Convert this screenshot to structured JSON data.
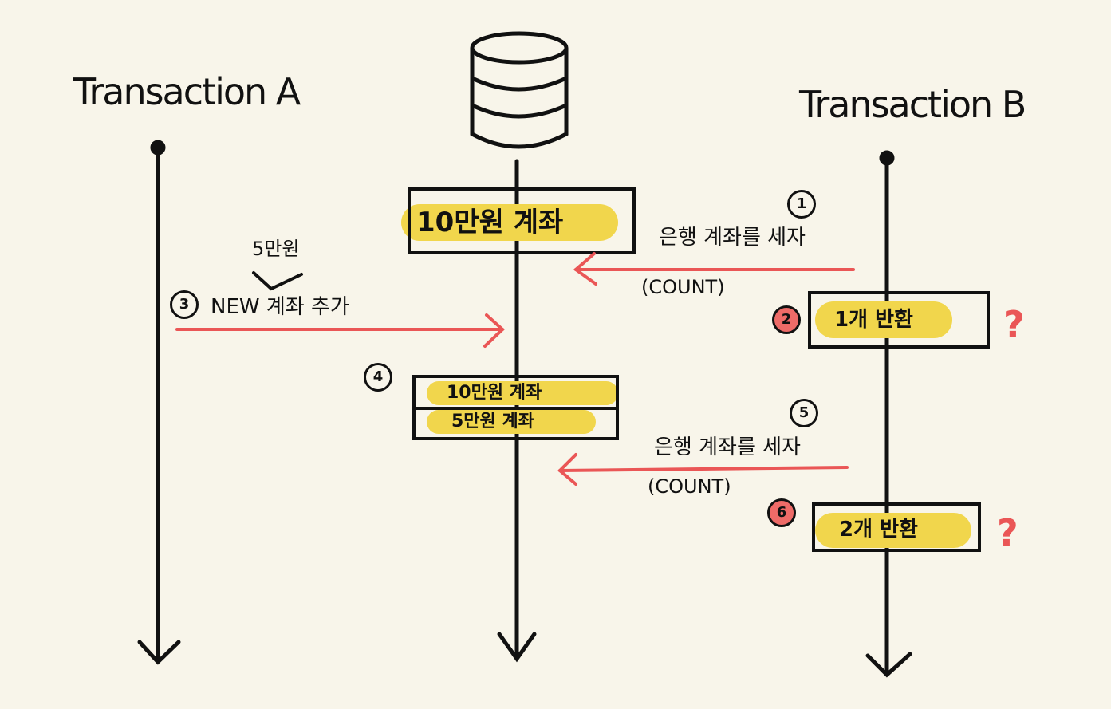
{
  "lanes": {
    "transaction_a": "Transaction A",
    "transaction_b": "Transaction B"
  },
  "database_icon": "database-icon",
  "db_state_1": "10만원 계좌",
  "db_state_2": [
    "10만원 계좌",
    "5만원 계좌"
  ],
  "steps": [
    {
      "num": "1",
      "text": "은행 계좌를 세자",
      "sub": "(COUNT)"
    },
    {
      "num": "2",
      "text": "1개 반환"
    },
    {
      "num": "3",
      "text": "NEW 계좌 추가",
      "annotation": "5만원"
    },
    {
      "num": "4"
    },
    {
      "num": "5",
      "text": "은행 계좌를 세자",
      "sub": "(COUNT)"
    },
    {
      "num": "6",
      "text": "2개 반환"
    }
  ],
  "question_mark": "?",
  "colors": {
    "background": "#f8f5ea",
    "highlight": "#f1d64c",
    "arrow": "#ea5656",
    "ink": "#111111"
  }
}
